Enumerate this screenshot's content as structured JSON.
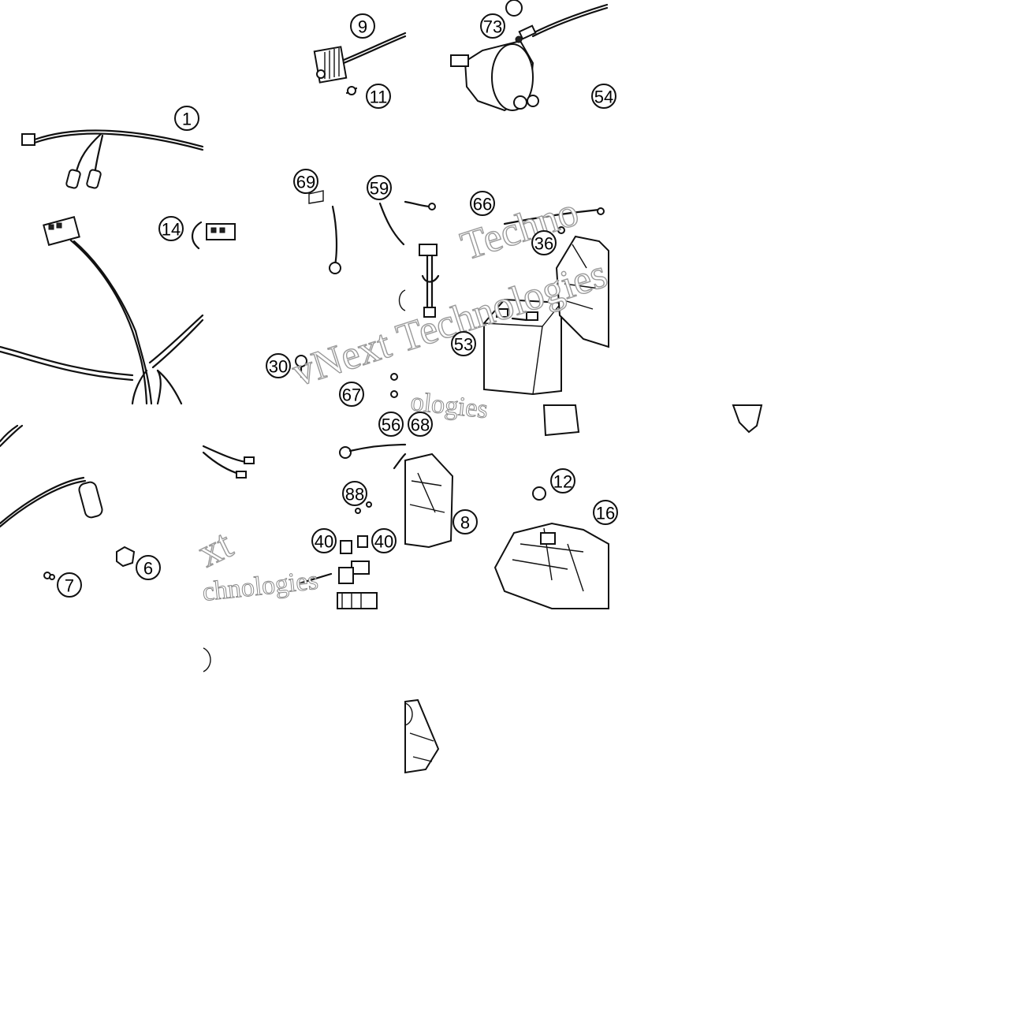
{
  "diagram": {
    "callouts": [
      "1",
      "9",
      "11",
      "73",
      "54",
      "14",
      "69",
      "59",
      "36",
      "66",
      "53",
      "30",
      "67",
      "68",
      "56",
      "88",
      "40",
      "40",
      "8",
      "12",
      "16",
      "6",
      "7"
    ],
    "watermark_lines": [
      "vNext Technologies",
      "Techno",
      "xt",
      "chnologies",
      "ologies"
    ]
  }
}
